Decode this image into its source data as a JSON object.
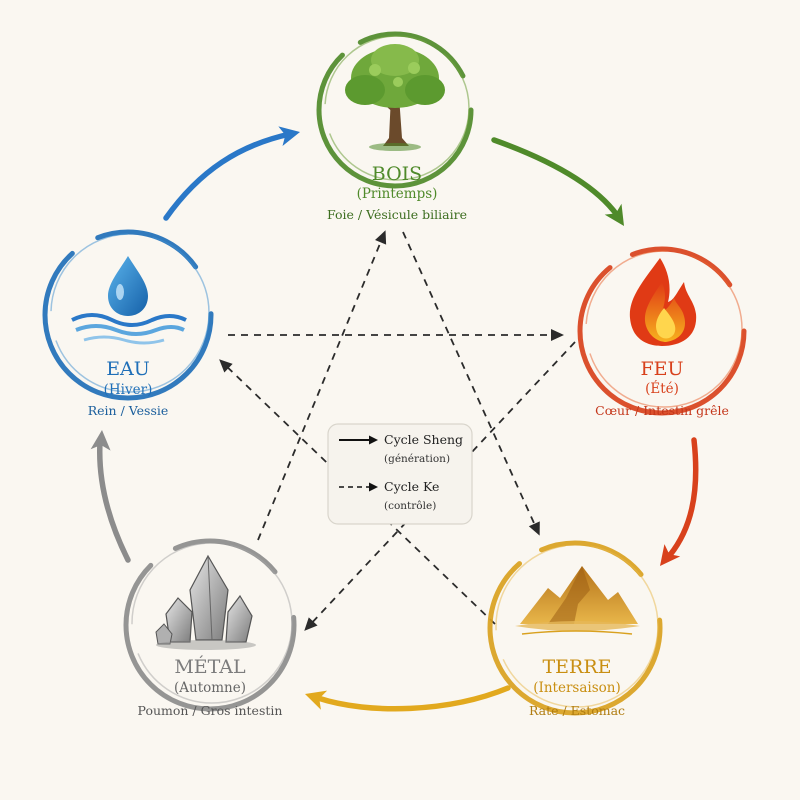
{
  "elements": [
    {
      "id": "bois",
      "name": "BOIS",
      "season": "(Printemps)",
      "organs": "Foie / Vésicule biliaire",
      "color": "#4f8a2a",
      "icon": "tree-icon"
    },
    {
      "id": "feu",
      "name": "FEU",
      "season": "(Été)",
      "organs": "Cœur / Intestin grêle",
      "color": "#d8411c",
      "icon": "flame-icon"
    },
    {
      "id": "terre",
      "name": "TERRE",
      "season": "(Intersaison)",
      "organs": "Rate / Estomac",
      "color": "#d9a11f",
      "icon": "mountain-icon"
    },
    {
      "id": "metal",
      "name": "MÉTAL",
      "season": "(Automne)",
      "organs": "Poumon / Gros intestin",
      "color": "#8c8c8c",
      "icon": "crystal-icon"
    },
    {
      "id": "eau",
      "name": "EAU",
      "season": "(Hiver)",
      "organs": "Rein / Vessie",
      "color": "#1f6fb8",
      "icon": "water-drop-icon"
    }
  ],
  "sheng_arrows": [
    {
      "from": "eau",
      "to": "bois",
      "color": "#2a78c8"
    },
    {
      "from": "bois",
      "to": "feu",
      "color": "#4f8a2a"
    },
    {
      "from": "feu",
      "to": "terre",
      "color": "#d8411c"
    },
    {
      "from": "terre",
      "to": "metal",
      "color": "#e2a91e"
    },
    {
      "from": "metal",
      "to": "eau",
      "color": "#8c8c8c"
    }
  ],
  "ke_arrows": [
    {
      "from": "eau",
      "to": "feu"
    },
    {
      "from": "feu",
      "to": "metal"
    },
    {
      "from": "metal",
      "to": "bois"
    },
    {
      "from": "bois",
      "to": "terre"
    },
    {
      "from": "terre",
      "to": "eau"
    }
  ],
  "legend": {
    "sheng_label": "Cycle Sheng",
    "sheng_sub": "(génération)",
    "ke_label": "Cycle Ke",
    "ke_sub": "(contrôle)"
  }
}
